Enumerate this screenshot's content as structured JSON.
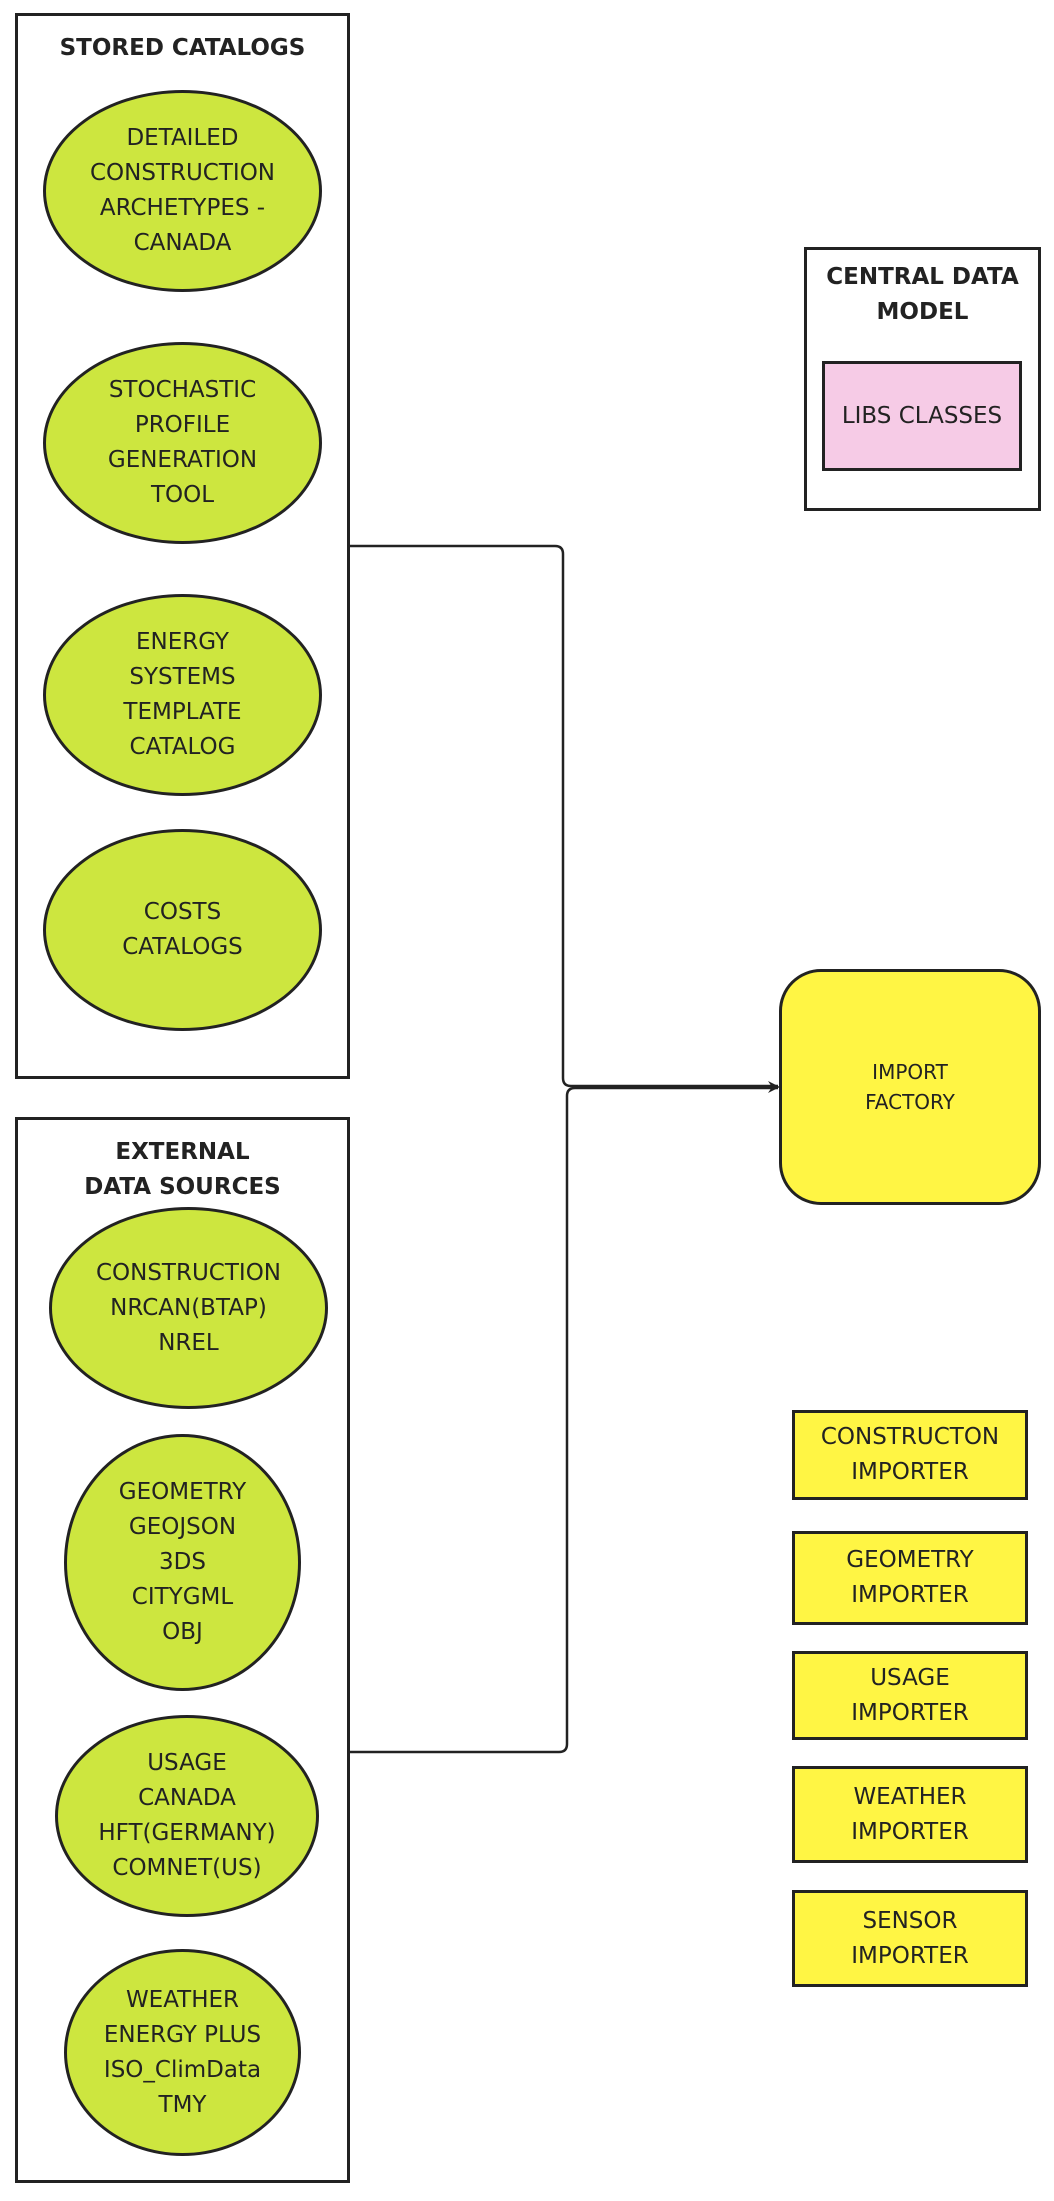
{
  "stored_catalogs": {
    "title": "STORED CATALOGS",
    "items": [
      {
        "lines": [
          "DETAILED",
          "CONSTRUCTION",
          "ARCHETYPES -",
          "CANADA"
        ]
      },
      {
        "lines": [
          "STOCHASTIC",
          "PROFILE",
          "GENERATION",
          "TOOL"
        ]
      },
      {
        "lines": [
          "ENERGY",
          "SYSTEMS",
          "TEMPLATE",
          "CATALOG"
        ]
      },
      {
        "lines": [
          "COSTS",
          "CATALOGS"
        ]
      }
    ]
  },
  "external_sources": {
    "title_lines": [
      "EXTERNAL",
      "DATA SOURCES"
    ],
    "items": [
      {
        "lines": [
          "CONSTRUCTION",
          "NRCAN(BTAP)",
          "NREL"
        ]
      },
      {
        "lines": [
          "GEOMETRY",
          "GEOJSON",
          "3DS",
          "CITYGML",
          "OBJ"
        ]
      },
      {
        "lines": [
          "USAGE",
          "CANADA",
          "HFT(GERMANY)",
          "COMNET(US)"
        ]
      },
      {
        "lines": [
          "WEATHER",
          "ENERGY PLUS",
          "ISO_ClimData",
          "TMY"
        ]
      }
    ]
  },
  "central_data_model": {
    "title_lines": [
      "CENTRAL DATA",
      "MODEL"
    ],
    "inner": "LIBS CLASSES"
  },
  "import_factory": {
    "lines": [
      "IMPORT",
      "FACTORY"
    ]
  },
  "importers": [
    {
      "lines": [
        "CONSTRUCTON",
        "IMPORTER"
      ]
    },
    {
      "lines": [
        "GEOMETRY",
        "IMPORTER"
      ]
    },
    {
      "lines": [
        "USAGE",
        "IMPORTER"
      ]
    },
    {
      "lines": [
        "WEATHER",
        "IMPORTER"
      ]
    },
    {
      "lines": [
        "SENSOR",
        "IMPORTER"
      ]
    }
  ],
  "colors": {
    "ellipse_fill": "#cde63f",
    "yellow_fill": "#fff544",
    "pink_fill": "#f6cbe6",
    "stroke": "#222222"
  }
}
